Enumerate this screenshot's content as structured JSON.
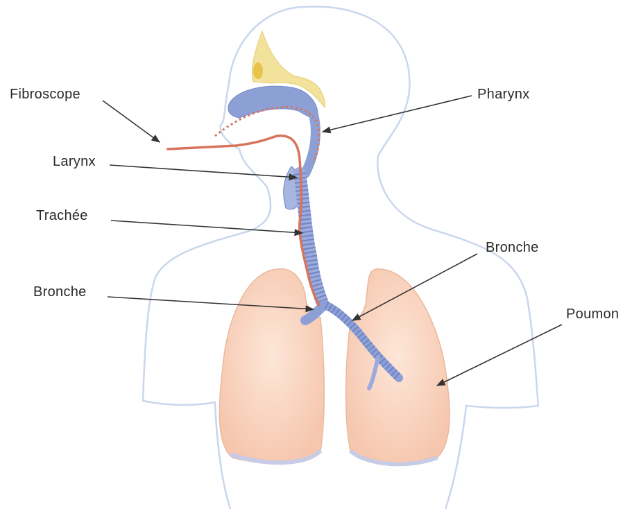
{
  "labels": {
    "fibroscope": "Fibroscope",
    "larynx": "Larynx",
    "trachee": "Trachée",
    "bronche_left": "Bronche",
    "pharynx": "Pharynx",
    "bronche_right": "Bronche",
    "poumon": "Poumon"
  },
  "colors": {
    "body_outline": "#c9d6ec",
    "lung_fill": "#f9d2bc",
    "airway": "#6e84c4",
    "nasal_cavity": "#8da0d6",
    "bone": "#f2e29b",
    "fibroscope": "#d8735c",
    "arrow": "#333333"
  }
}
